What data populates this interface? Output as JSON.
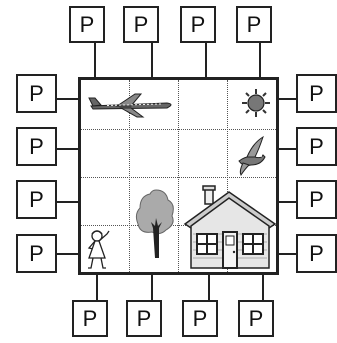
{
  "board": {
    "rows": 4,
    "cols": 4,
    "pictures": {
      "row1": [
        "airplane-icon",
        "",
        "",
        "sun-icon"
      ],
      "row2": [
        "",
        "",
        "",
        "bird-icon"
      ],
      "row3": [
        "",
        "tree-icon",
        "house-icon",
        "house-icon"
      ],
      "row4": [
        "girl-icon",
        "tree-icon",
        "house-icon",
        "house-icon"
      ]
    }
  },
  "top_boxes": [
    {
      "label": "P"
    },
    {
      "label": "P"
    },
    {
      "label": "P"
    },
    {
      "label": "P"
    }
  ],
  "bottom_boxes": [
    {
      "label": "P"
    },
    {
      "label": "P"
    },
    {
      "label": "P"
    },
    {
      "label": "P"
    }
  ],
  "left_boxes": [
    {
      "label": "P"
    },
    {
      "label": "P"
    },
    {
      "label": "P"
    },
    {
      "label": "P"
    }
  ],
  "right_boxes": [
    {
      "label": "P"
    },
    {
      "label": "P"
    },
    {
      "label": "P"
    },
    {
      "label": "P"
    }
  ]
}
